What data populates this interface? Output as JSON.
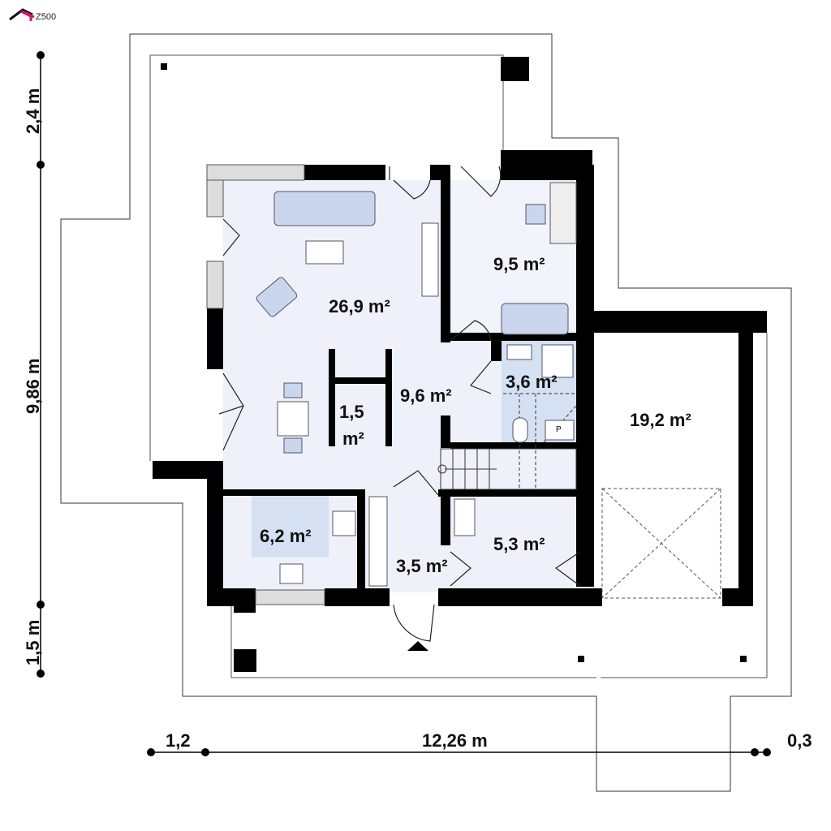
{
  "logo": {
    "text": "Z500",
    "accent": "#d4146e"
  },
  "rooms": {
    "living": "26,9 m²",
    "office": "9,5 m²",
    "hall": "9,6 m²",
    "pantry_line1": "1,5",
    "pantry_line2": "m²",
    "bathroom": "3,6 m²",
    "garage": "19,2 m²",
    "kitchen": "6,2 m²",
    "entrance": "3,5 m²",
    "utility": "5,3 m²",
    "stair_sign": "P"
  },
  "dimensions": {
    "top_vertical": "2,4 m",
    "main_vertical": "9,86 m",
    "bottom_vertical": "1,5 m",
    "left_horizontal": "1,2",
    "main_horizontal": "12,26 m",
    "right_horizontal": "0,3"
  },
  "colors": {
    "interior": "#eef1fa",
    "tiled": "#d5e0f2",
    "wall": "#000000",
    "furniture": "#c9d6ee"
  }
}
